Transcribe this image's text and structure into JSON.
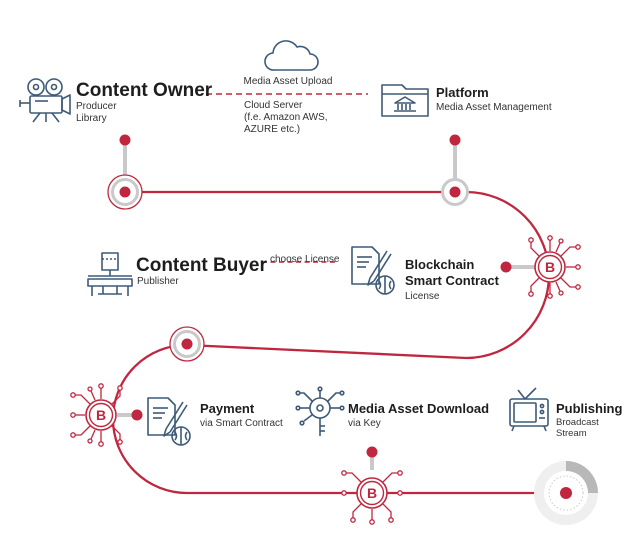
{
  "colors": {
    "accent": "#c0273f",
    "icon": "#3d5a78",
    "grey": "#c9c9c9",
    "text": "#222222"
  },
  "steps": {
    "content_owner": {
      "title": "Content Owner",
      "lines": [
        "Producer",
        "Library"
      ],
      "icon": "film-camera-icon"
    },
    "upload": {
      "label": "Media Asset Upload",
      "detail": [
        "Cloud Server",
        "(f.e. Amazon AWS,",
        "AZURE etc.)"
      ],
      "icon": "cloud-icon"
    },
    "platform": {
      "title": "Platform",
      "subtitle": "Media Asset Management",
      "icon": "folder-bank-icon"
    },
    "content_buyer": {
      "title": "Content Buyer",
      "subtitle": "Publisher",
      "icon": "office-desk-icon"
    },
    "license": {
      "label": "choose License"
    },
    "blockchain": {
      "title_1": "Blockchain",
      "title_2": "Smart Contract",
      "subtitle": "License",
      "icon": "contract-brain-icon"
    },
    "payment": {
      "title": "Payment",
      "subtitle": "via Smart Contract",
      "icon": "contract-brain-icon"
    },
    "download": {
      "title": "Media Asset Download",
      "subtitle": "via Key",
      "icon": "key-circuit-icon"
    },
    "publishing": {
      "title": "Publishing",
      "lines": [
        "Broadcast",
        "Stream"
      ],
      "icon": "tv-icon"
    }
  },
  "badges": {
    "letter": "B",
    "icon": "blockchain-b-icon"
  }
}
